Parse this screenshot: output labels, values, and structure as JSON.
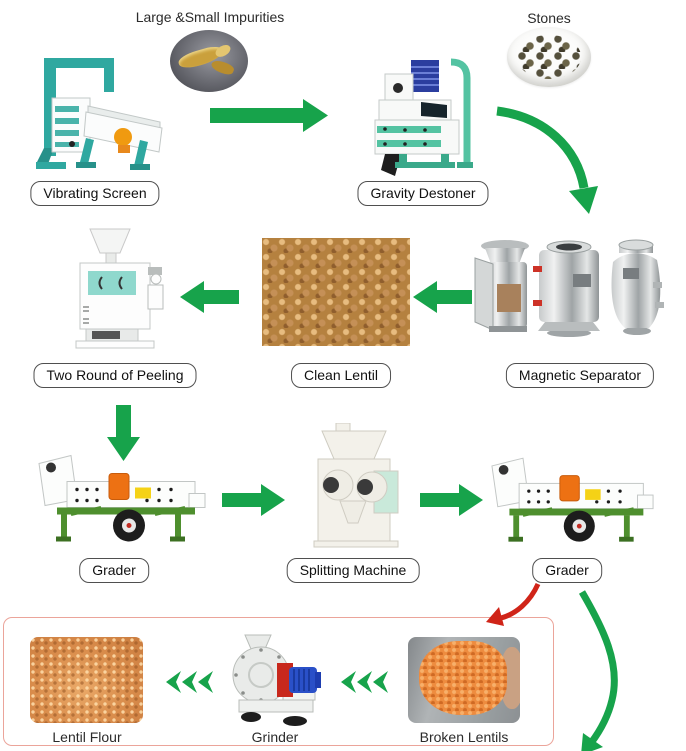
{
  "colors": {
    "arrow_green": "#17a34b",
    "arrow_red": "#d02418",
    "byproduct_box_border": "#eba49a",
    "label_border": "#4f4f4f",
    "machine_teal": "#2fa8a0",
    "machine_mint": "#54c3a2",
    "grader_green": "#4e8f2e",
    "motor_orange": "#f09a10",
    "grinder_red": "#c8281c",
    "motor_blue": "#2a50c8"
  },
  "annotations": {
    "impurities": "Large &Small Impurities",
    "stones": "Stones"
  },
  "nodes": {
    "vibrating_screen": "Vibrating Screen",
    "gravity_destoner": "Gravity Destoner",
    "magnetic_separator": "Magnetic Separator",
    "clean_lentil": "Clean Lentil",
    "two_round_of_peeling": "Two Round of Peeling",
    "grader_left": "Grader",
    "splitting_machine": "Splitting Machine",
    "grader_right": "Grader",
    "broken_lentils": "Broken Lentils",
    "grinder": "Grinder",
    "lentil_flour": "Lentil Flour"
  },
  "flow": [
    {
      "from": "Vibrating Screen",
      "to": "Gravity Destoner",
      "arrow": "green straight right"
    },
    {
      "from": "Gravity Destoner",
      "to": "Magnetic Separator",
      "arrow": "green curved down"
    },
    {
      "from": "Magnetic Separator",
      "to": "Clean Lentil",
      "arrow": "green straight left"
    },
    {
      "from": "Clean Lentil",
      "to": "Two Round of Peeling",
      "arrow": "green straight left"
    },
    {
      "from": "Two Round of Peeling",
      "to": "Grader",
      "arrow": "green straight down"
    },
    {
      "from": "Grader",
      "to": "Splitting Machine",
      "arrow": "green straight right"
    },
    {
      "from": "Splitting Machine",
      "to": "Grader",
      "arrow": "green straight right"
    },
    {
      "from": "Grader",
      "to": "Broken Lentils",
      "arrow": "red curved down"
    },
    {
      "from": "Broken Lentils",
      "to": "Grinder",
      "arrow": "green triple chevrons left"
    },
    {
      "from": "Grinder",
      "to": "Lentil Flour",
      "arrow": "green triple chevrons left"
    },
    {
      "from": "Grader",
      "to": "continues below frame",
      "arrow": "green long curve down"
    }
  ]
}
